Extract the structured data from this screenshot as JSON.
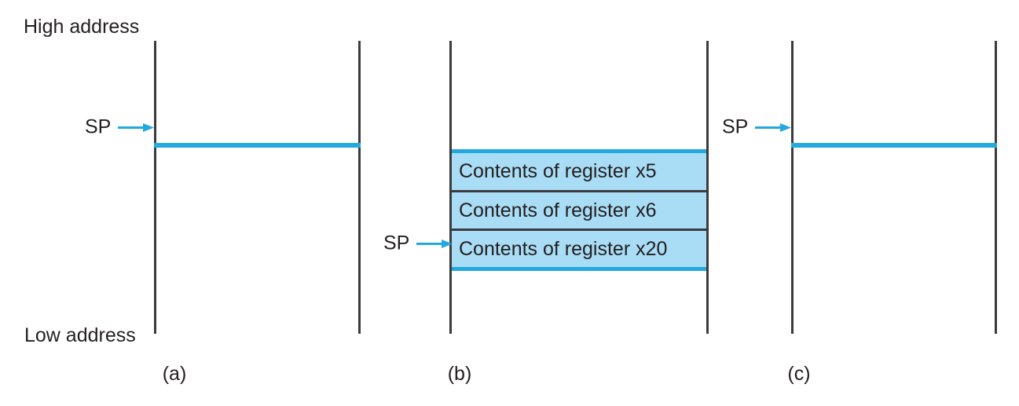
{
  "diagram": {
    "axis_labels": {
      "high": "High address",
      "low": "Low address"
    },
    "accent_color": "#23a8e0",
    "fill_color": "#a9dcf5",
    "rail_color": "#3b3b3f",
    "panels": [
      {
        "caption": "(a)",
        "sp_label": "SP",
        "rows": []
      },
      {
        "caption": "(b)",
        "sp_label": "SP",
        "rows": [
          "Contents of register x5",
          "Contents of register x6",
          "Contents of register x20"
        ]
      },
      {
        "caption": "(c)",
        "sp_label": "SP",
        "rows": []
      }
    ]
  }
}
